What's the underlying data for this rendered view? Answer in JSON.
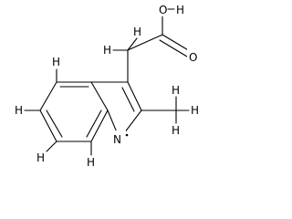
{
  "molecule": {
    "atom_labels": {
      "hydroxyl_o": "O",
      "hydroxyl_h": "H",
      "carbonyl_o": "O",
      "ch2_h_left": "H",
      "ch2_h_right": "H",
      "ring_h_c4": "H",
      "ring_h_c5": "H",
      "ring_h_c6": "H",
      "ring_h_c7": "H",
      "nitrogen": "N",
      "methyl_h_top": "H",
      "methyl_h_right": "H",
      "methyl_h_bottom": "H"
    }
  }
}
